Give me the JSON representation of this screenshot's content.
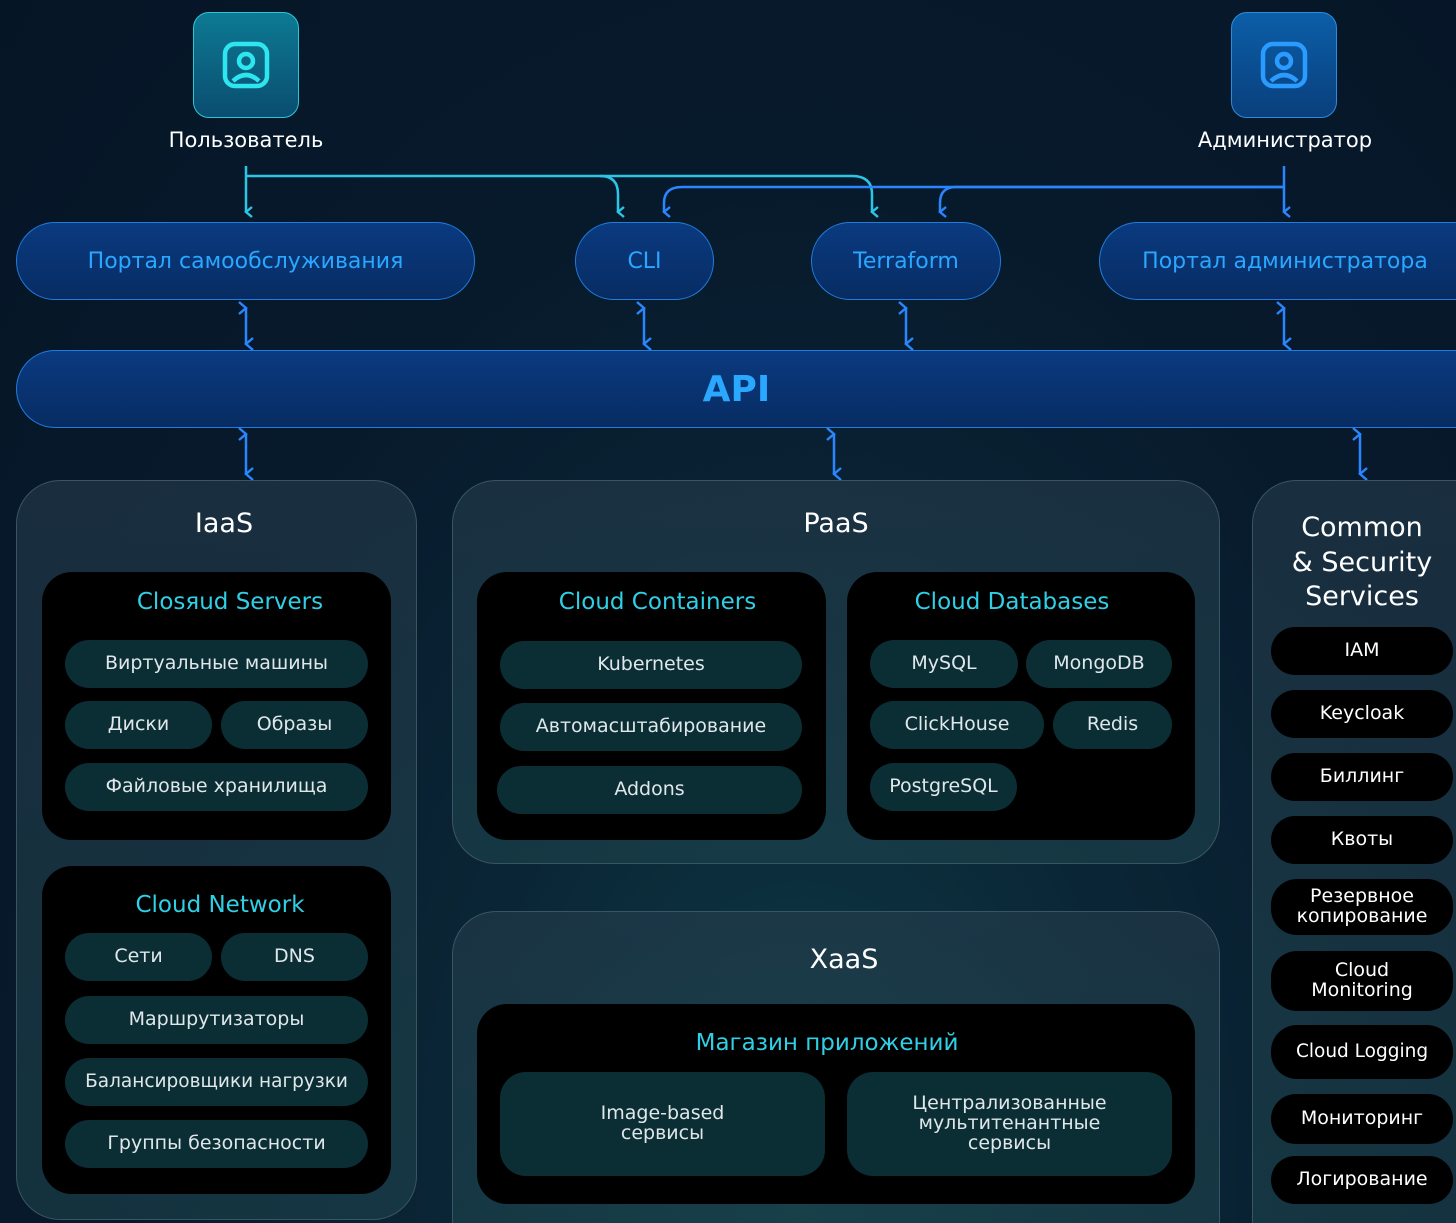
{
  "actors": {
    "user": {
      "label": "Пользователь",
      "icon": "user-portrait-icon"
    },
    "admin": {
      "label": "Администратор",
      "icon": "user-portrait-icon"
    }
  },
  "interfaces": {
    "self_service_portal": "Портал самообслуживания",
    "cli": "CLI",
    "terraform": "Terraform",
    "admin_portal": "Портал администратора"
  },
  "api": {
    "label": "API"
  },
  "iaas": {
    "title": "IaaS",
    "servers": {
      "title": "Closяud Servers",
      "items": [
        "Виртуальные машины",
        "Диски",
        "Образы",
        "Файловые хранилища"
      ]
    },
    "network": {
      "title": "Cloud Network",
      "items": [
        "Сети",
        "DNS",
        "Маршрутизаторы",
        "Балансировщики нагрузки",
        "Группы безопасности"
      ]
    }
  },
  "paas": {
    "title": "PaaS",
    "containers": {
      "title": "Cloud Containers",
      "items": [
        "Kubernetes",
        "Автомасштабирование",
        "Addons"
      ]
    },
    "databases": {
      "title": "Cloud Databases",
      "items": [
        "MySQL",
        "MongoDB",
        "ClickHouse",
        "Redis",
        "PostgreSQL"
      ]
    }
  },
  "xaas": {
    "title": "XaaS",
    "store": {
      "title": "Магазин приложений",
      "items": [
        "Image-based\nсервисы",
        "Централизованные\nмультитенантные\nсервисы"
      ]
    }
  },
  "common": {
    "title": "Common\n& Security\nServices",
    "items": [
      "IAM",
      "Keycloak",
      "Биллинг",
      "Квоты",
      "Резервное\nкопирование",
      "Cloud\nMonitoring",
      "Cloud Logging",
      "Мониторинг",
      "Логирование"
    ]
  },
  "colors": {
    "user_line": "#2bc6e6",
    "admin_line": "#2a86ff",
    "api_arrow": "#2a86ff",
    "accent_text": "#2aa7ff",
    "panel_title": "#2fd0e6"
  }
}
